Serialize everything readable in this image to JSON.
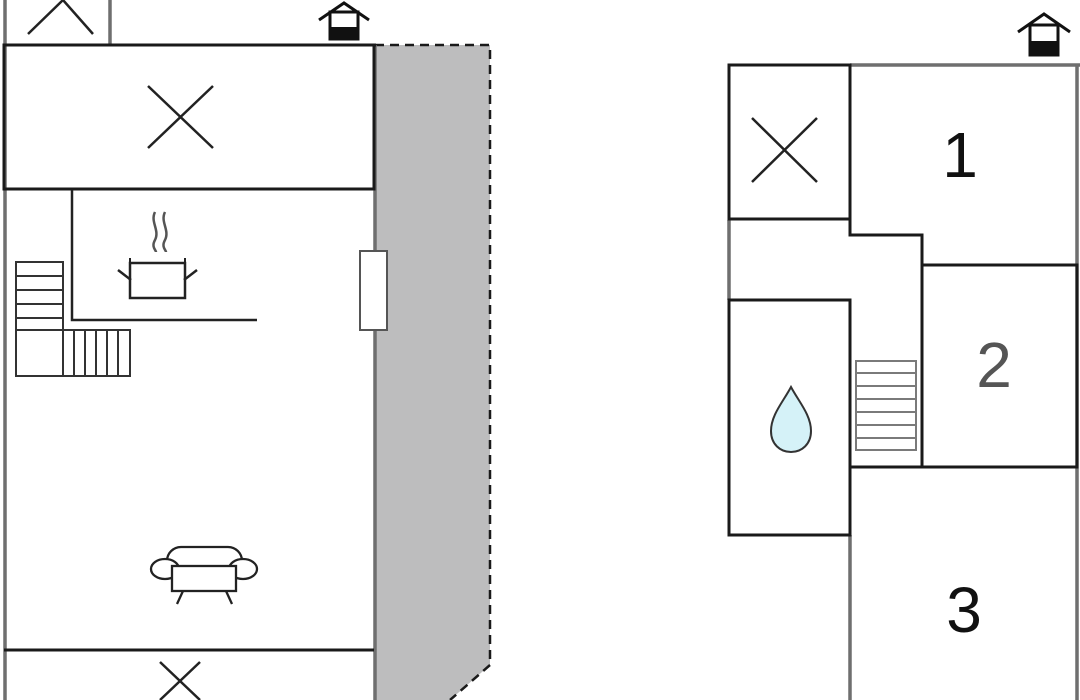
{
  "rooms": {
    "room_1": "1",
    "room_2": "2",
    "room_3": "3"
  },
  "colors": {
    "wall": "#1a1a1a",
    "outer_wall": "#6f6f6f",
    "terrace_fill": "#bdbdbe",
    "water_drop": "#d5f2f8",
    "room_2_text": "#555555",
    "room_text": "#111111"
  },
  "icons": [
    "entrance-house-icon",
    "window-cross-icon",
    "cooking-pot-icon",
    "sofa-icon",
    "staircase-icon",
    "water-drop-icon"
  ]
}
